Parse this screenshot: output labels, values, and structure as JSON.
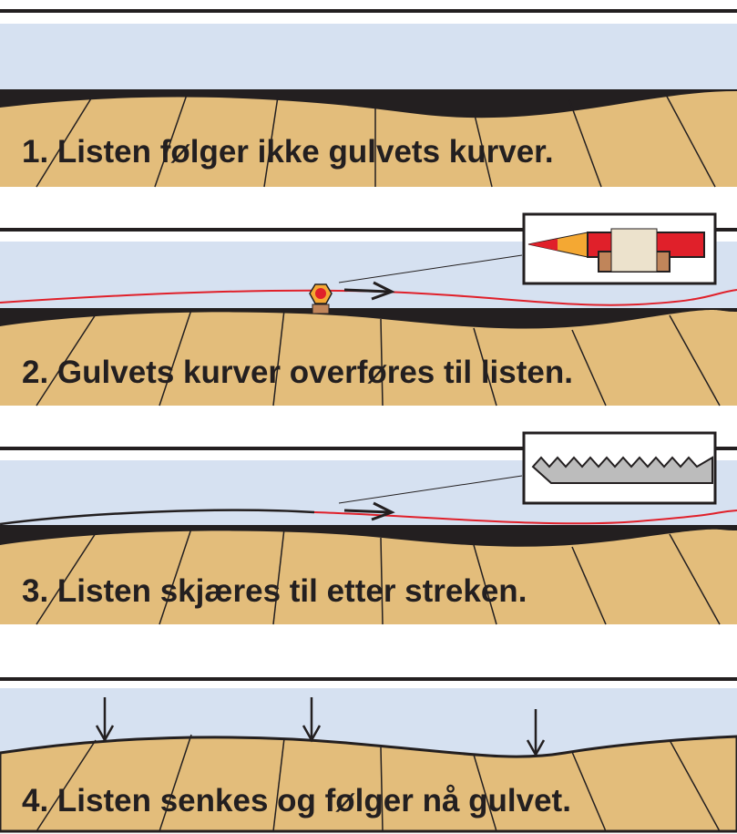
{
  "steps": [
    {
      "caption": "1. Listen følger ikke gulvets kurver."
    },
    {
      "caption": "2. Gulvets kurver overføres til listen."
    },
    {
      "caption": "3. Listen skjæres til etter streken."
    },
    {
      "caption": "4. Listen senkes og følger nå gulvet."
    }
  ],
  "colors": {
    "wall": "#d6e1f1",
    "floor": "#e3bd7b",
    "gap": "#231f20",
    "mark": "#e0202a"
  }
}
